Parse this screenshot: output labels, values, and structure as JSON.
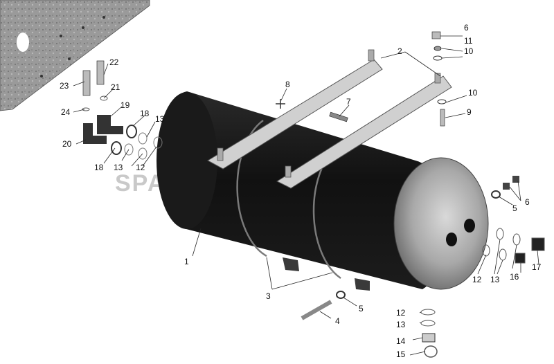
{
  "watermark": "SPAREPARTS.COM",
  "callouts": [
    {
      "id": "c1",
      "label": "1"
    },
    {
      "id": "c2",
      "label": "2"
    },
    {
      "id": "c3",
      "label": "3"
    },
    {
      "id": "c4",
      "label": "4"
    },
    {
      "id": "c5a",
      "label": "5"
    },
    {
      "id": "c5b",
      "label": "5"
    },
    {
      "id": "c6a",
      "label": "6"
    },
    {
      "id": "c6b",
      "label": "6"
    },
    {
      "id": "c7",
      "label": "7"
    },
    {
      "id": "c8",
      "label": "8"
    },
    {
      "id": "c9",
      "label": "9"
    },
    {
      "id": "c10a",
      "label": "10"
    },
    {
      "id": "c10b",
      "label": "10"
    },
    {
      "id": "c11",
      "label": "11"
    },
    {
      "id": "c12a",
      "label": "12"
    },
    {
      "id": "c12b",
      "label": "12"
    },
    {
      "id": "c12c",
      "label": "12"
    },
    {
      "id": "c13a",
      "label": "13"
    },
    {
      "id": "c13b",
      "label": "13"
    },
    {
      "id": "c13c",
      "label": "13"
    },
    {
      "id": "c13d",
      "label": "13"
    },
    {
      "id": "c14",
      "label": "14"
    },
    {
      "id": "c15",
      "label": "15"
    },
    {
      "id": "c16",
      "label": "16"
    },
    {
      "id": "c17",
      "label": "17"
    },
    {
      "id": "c18a",
      "label": "18"
    },
    {
      "id": "c18b",
      "label": "18"
    },
    {
      "id": "c19",
      "label": "19"
    },
    {
      "id": "c20",
      "label": "20"
    },
    {
      "id": "c21",
      "label": "21"
    },
    {
      "id": "c22",
      "label": "22"
    },
    {
      "id": "c23",
      "label": "23"
    },
    {
      "id": "c24",
      "label": "24"
    }
  ]
}
